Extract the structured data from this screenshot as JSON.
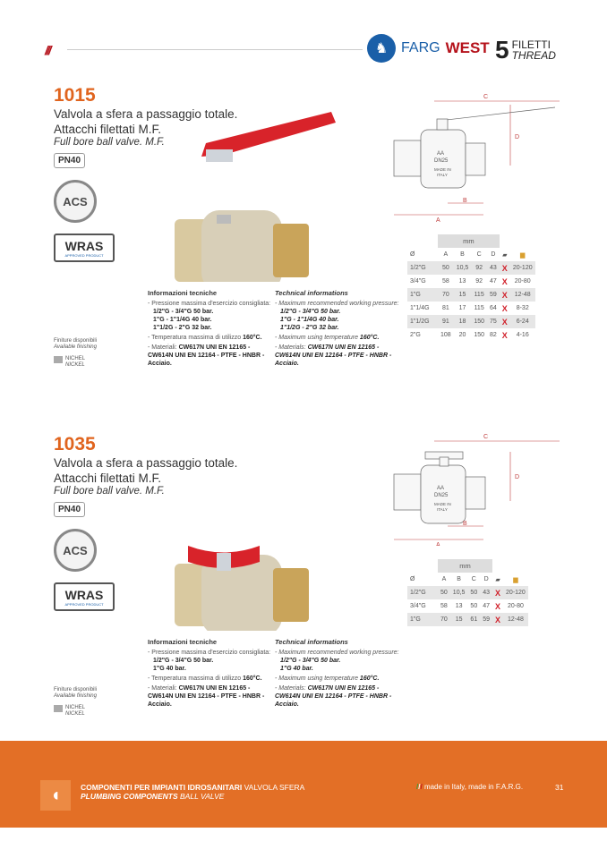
{
  "header": {
    "brand_farg": "FARG",
    "brand_west": "WEST",
    "thread_number": "5",
    "thread_it": "FILETTI",
    "thread_en": "THREAD"
  },
  "products": [
    {
      "code": "1015",
      "desc_line1": "Valvola a sfera a passaggio totale.",
      "desc_line2": "Attacchi filettati M.F.",
      "desc_en": "Full bore ball valve. M.F.",
      "pressure": "PN40",
      "acs": "ACS",
      "wras": "WRAS",
      "wras_sub": "APPROVED PRODUCT",
      "diagram": {
        "a": "A",
        "b": "B",
        "c": "C",
        "d": "D",
        "mark1": "AA",
        "mark2": "DN25",
        "mark3": "MADE IN",
        "mark4": "ITALY"
      },
      "finish": {
        "label_it": "Finiture disponibili",
        "label_en": "Available finishing",
        "name_it": "NICHEL",
        "name_en": "NICKEL"
      },
      "tech_it": {
        "title": "Informazioni tecniche",
        "p1": "- Pressione massima d'esercizio consigliata:",
        "p1a": "1/2\"G - 3/4\"G 50 bar.",
        "p1b": "1\"G - 1\"1/4G 40 bar.",
        "p1c": "1\"1/2G - 2\"G 32 bar.",
        "p2": "- Temperatura massima di utilizzo ",
        "p2b": "160°C.",
        "p3": "- Materiali: ",
        "p3b": "CW617N UNI EN 12165 - CW614N UNI EN 12164 - PTFE - HNBR - Acciaio."
      },
      "tech_en": {
        "title": "Technical informations",
        "p1": "- Maximum recommended working pressure:",
        "p1a": "1/2\"G - 3/4\"G 50 bar.",
        "p1b": "1\"G - 1\"1/4G 40 bar.",
        "p1c": "1\"1/2G - 2\"G 32 bar.",
        "p2": "- Maximum using temperature ",
        "p2b": "160°C.",
        "p3": "- Materials: ",
        "p3b": "CW617N UNI EN 12165 - CW614N UNI EN 12164 - PTFE - HNBR - Acciaio."
      },
      "table": {
        "unit": "mm",
        "headers": [
          "Ø",
          "A",
          "B",
          "C",
          "D"
        ],
        "rows": [
          [
            "1/2\"G",
            "50",
            "10,5",
            "92",
            "43",
            "X",
            "20-120"
          ],
          [
            "3/4\"G",
            "58",
            "13",
            "92",
            "47",
            "X",
            "20-80"
          ],
          [
            "1\"G",
            "70",
            "15",
            "115",
            "59",
            "X",
            "12-48"
          ],
          [
            "1\"1/4G",
            "81",
            "17",
            "115",
            "64",
            "X",
            "8-32"
          ],
          [
            "1\"1/2G",
            "91",
            "18",
            "150",
            "75",
            "X",
            "6-24"
          ],
          [
            "2\"G",
            "108",
            "20",
            "150",
            "82",
            "X",
            "4-16"
          ]
        ]
      },
      "handle_color": "#d8232a"
    },
    {
      "code": "1035",
      "desc_line1": "Valvola a sfera a passaggio totale.",
      "desc_line2": "Attacchi filettati M.F.",
      "desc_en": "Full bore ball valve. M.F.",
      "pressure": "PN40",
      "acs": "ACS",
      "wras": "WRAS",
      "wras_sub": "APPROVED PRODUCT",
      "diagram": {
        "a": "A",
        "b": "B",
        "c": "C",
        "d": "D",
        "mark1": "AA",
        "mark2": "DN25",
        "mark3": "MADE IN",
        "mark4": "ITALY"
      },
      "finish": {
        "label_it": "Finiture disponibili",
        "label_en": "Available finishing",
        "name_it": "NICHEL",
        "name_en": "NICKEL"
      },
      "tech_it": {
        "title": "Informazioni tecniche",
        "p1": "- Pressione massima d'esercizio consigliata:",
        "p1a": "1/2\"G - 3/4\"G 50 bar.",
        "p1b": "1\"G 40 bar.",
        "p1c": "",
        "p2": "- Temperatura massima di utilizzo ",
        "p2b": "160°C.",
        "p3": "- Materiali: ",
        "p3b": "CW617N UNI EN 12165 - CW614N UNI EN 12164 - PTFE - HNBR - Acciaio."
      },
      "tech_en": {
        "title": "Technical informations",
        "p1": "- Maximum recommended working pressure:",
        "p1a": "1/2\"G - 3/4\"G 50 bar.",
        "p1b": "1\"G 40 bar.",
        "p1c": "",
        "p2": "- Maximum using temperature ",
        "p2b": "160°C.",
        "p3": "- Materials: ",
        "p3b": "CW617N UNI EN 12165 - CW614N UNI EN 12164 - PTFE - HNBR - Acciaio."
      },
      "table": {
        "unit": "mm",
        "headers": [
          "Ø",
          "A",
          "B",
          "C",
          "D"
        ],
        "rows": [
          [
            "1/2\"G",
            "50",
            "10,5",
            "50",
            "43",
            "X",
            "20-120"
          ],
          [
            "3/4\"G",
            "58",
            "13",
            "50",
            "47",
            "X",
            "20-80"
          ],
          [
            "1\"G",
            "70",
            "15",
            "61",
            "59",
            "X",
            "12-48"
          ]
        ]
      },
      "handle_color": "#d8232a"
    }
  ],
  "footer": {
    "line1_bold": "COMPONENTI PER IMPIANTI IDROSANITARI",
    "line1": "VALVOLA SFERA",
    "line2_bold": "PLUMBING COMPONENTS",
    "line2": "BALL VALVE",
    "made_in": "made in Italy, made in F.A.R.G.",
    "page": "31"
  },
  "colors": {
    "accent": "#e0641e",
    "footer": "#e36f26",
    "brand_blue": "#1a5fa8",
    "brand_red": "#b5121b"
  }
}
